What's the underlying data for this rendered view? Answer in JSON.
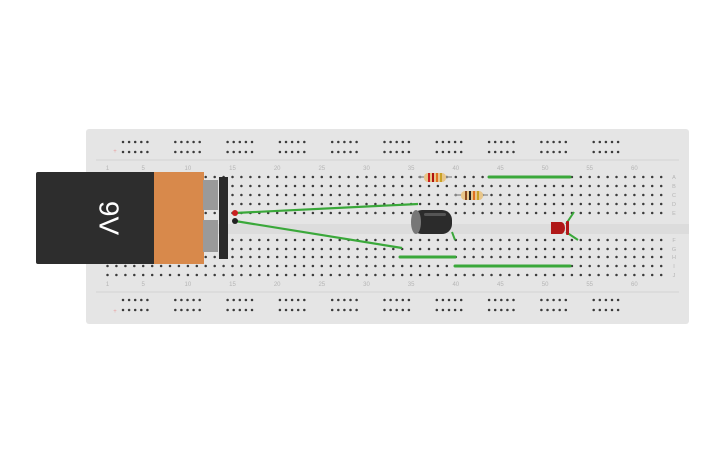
{
  "breadboard": {
    "column_numbers": [
      "1",
      "5",
      "10",
      "15",
      "20",
      "25",
      "30",
      "35",
      "40",
      "45",
      "50",
      "55",
      "60"
    ],
    "row_letters_top": [
      "A",
      "B",
      "C",
      "D",
      "E"
    ],
    "row_letters_bottom": [
      "F",
      "G",
      "H",
      "I",
      "J"
    ],
    "rail_symbol_top": "+",
    "rail_symbol_bottom": "+",
    "colors": {
      "board": "#e5e5e5",
      "hole": "#3a3a3a",
      "label": "#b5b5b5",
      "rail_mark": "#e8a0a0",
      "wire_green": "#3aa83a",
      "wire_red": "#c82020",
      "wire_black": "#222222"
    }
  },
  "components": {
    "battery": {
      "label": "9V",
      "body_color": "#2d2d2d",
      "band_color": "#d8894b",
      "connector_color": "#9a9a9a"
    },
    "capacitor": {
      "body_color": "#2b2b2b",
      "stripe_color": "#777777"
    },
    "led": {
      "color": "#b01818"
    },
    "resistors": [
      {
        "body_color": "#e8c68a",
        "bands": [
          "#c82020",
          "#b01010",
          "#e07020",
          "#c9a227"
        ]
      },
      {
        "body_color": "#e8c68a",
        "bands": [
          "#8a4a20",
          "#222222",
          "#e07020",
          "#c9a227"
        ]
      }
    ]
  }
}
